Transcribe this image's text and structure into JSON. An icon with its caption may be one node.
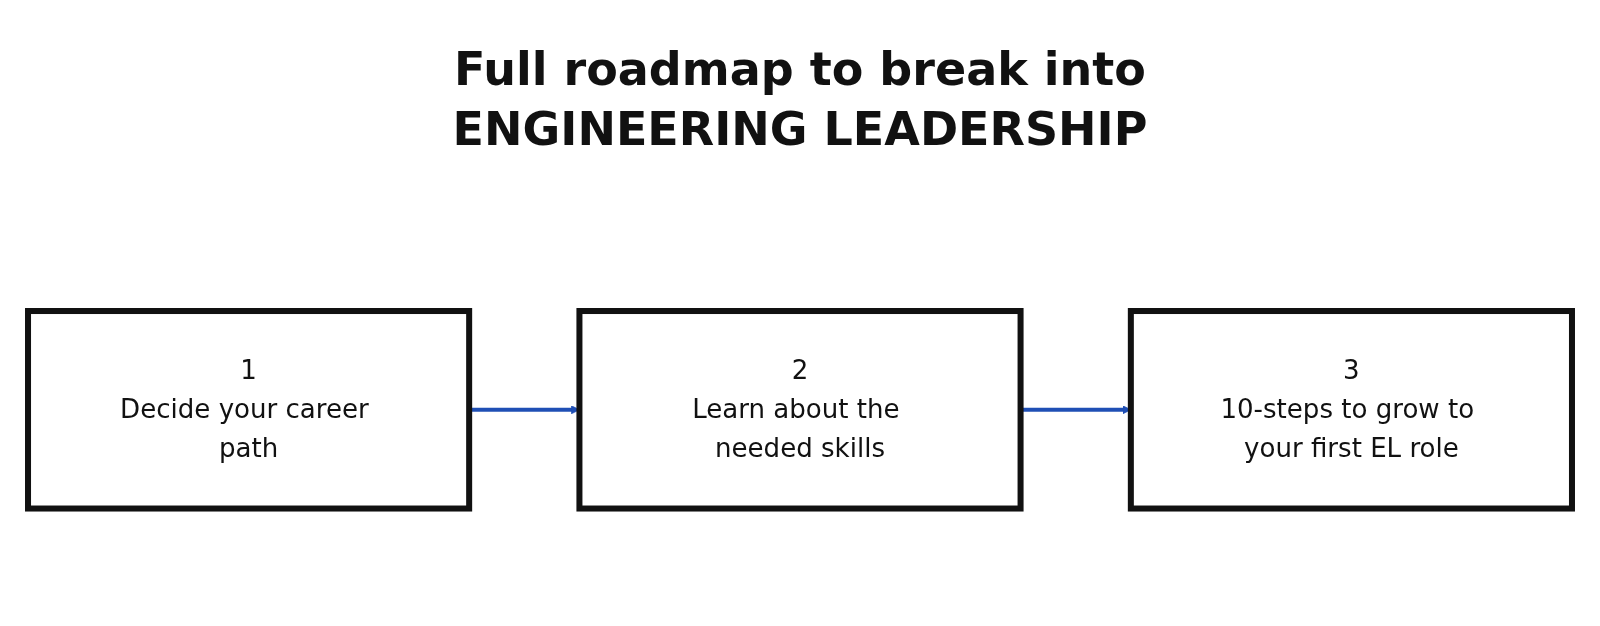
{
  "diagram": {
    "title": "Full roadmap to break into ENGINEERING LEADERSHIP",
    "nodes": [
      {
        "text": [
          "1",
          "Decide your career path"
        ]
      },
      {
        "text": [
          "2",
          "Learn about the needed skills"
        ]
      },
      {
        "text": [
          "3",
          "10-steps to grow to your first EL role"
        ]
      }
    ],
    "edges": [
      {
        "from": 0,
        "to": 1,
        "arrow": "to"
      },
      {
        "from": 1,
        "to": 2,
        "arrow": "to"
      }
    ]
  }
}
